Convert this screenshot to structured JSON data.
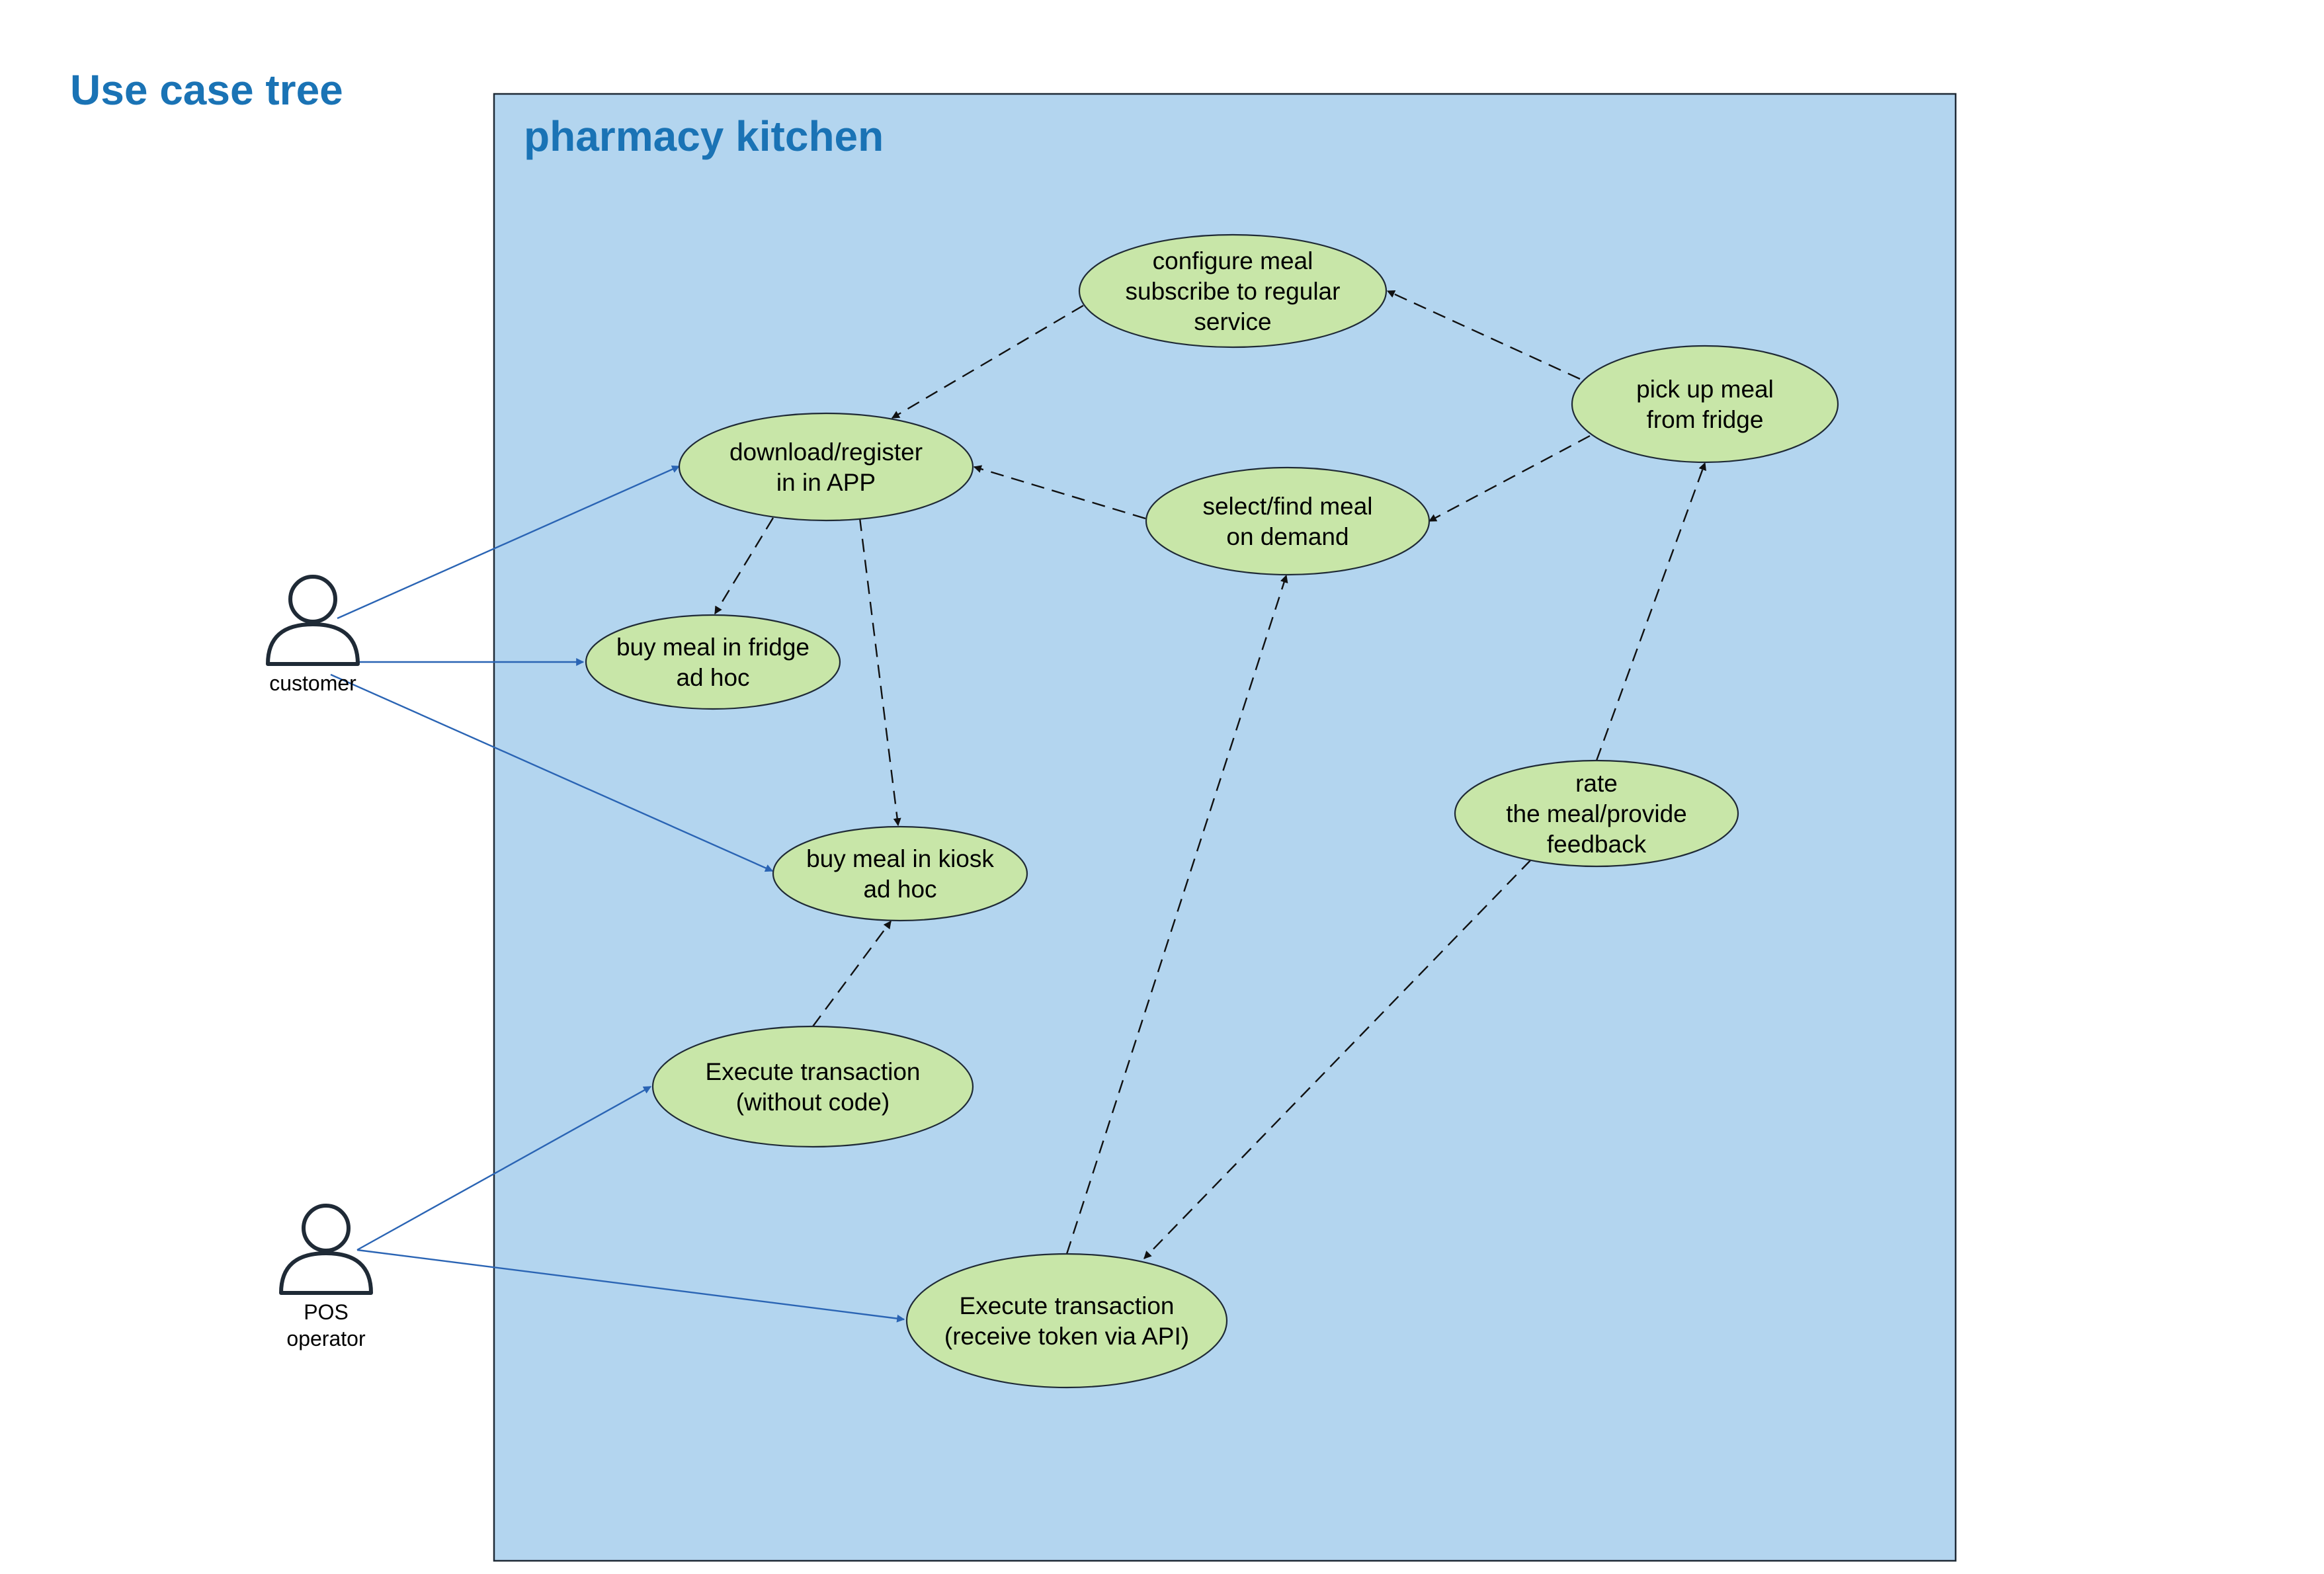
{
  "title": "Use case tree",
  "system": {
    "title": "pharmacy kitchen"
  },
  "actors": [
    {
      "id": "customer",
      "lines": [
        "customer"
      ]
    },
    {
      "id": "pos",
      "lines": [
        "POS",
        "operator"
      ]
    }
  ],
  "use_cases": [
    {
      "id": "configure",
      "lines": [
        "configure meal",
        "subscribe to regular",
        "service"
      ]
    },
    {
      "id": "pickup",
      "lines": [
        "pick up meal",
        "from fridge"
      ]
    },
    {
      "id": "download",
      "lines": [
        "download/register",
        "in in APP"
      ]
    },
    {
      "id": "select",
      "lines": [
        "select/find meal",
        "on demand"
      ]
    },
    {
      "id": "fridge",
      "lines": [
        "buy meal in fridge",
        "ad hoc"
      ]
    },
    {
      "id": "rate",
      "lines": [
        "rate",
        "the meal/provide",
        "feedback"
      ]
    },
    {
      "id": "kiosk",
      "lines": [
        "buy meal in kiosk",
        "ad hoc"
      ]
    },
    {
      "id": "exec1",
      "lines": [
        "Execute transaction",
        "(without code)"
      ]
    },
    {
      "id": "exec2",
      "lines": [
        "Execute transaction",
        "(receive token via API)"
      ]
    }
  ],
  "associations": [
    {
      "from": "customer",
      "to": "download"
    },
    {
      "from": "customer",
      "to": "fridge"
    },
    {
      "from": "customer",
      "to": "kiosk"
    },
    {
      "from": "pos",
      "to": "exec1"
    },
    {
      "from": "pos",
      "to": "exec2"
    }
  ],
  "dependencies": [
    {
      "from": "configure",
      "to": "download"
    },
    {
      "from": "pickup",
      "to": "configure"
    },
    {
      "from": "pickup",
      "to": "select"
    },
    {
      "from": "select",
      "to": "download"
    },
    {
      "from": "download",
      "to": "fridge"
    },
    {
      "from": "download",
      "to": "kiosk"
    },
    {
      "from": "exec1",
      "to": "kiosk"
    },
    {
      "from": "exec2",
      "to": "select"
    },
    {
      "from": "rate",
      "to": "pickup"
    },
    {
      "from": "rate",
      "to": "exec2"
    }
  ],
  "colors": {
    "title": "#1a73b5",
    "system_fill": "#b3d5ef",
    "system_stroke": "#1f2a36",
    "use_case_fill": "#c8e6a8",
    "use_case_stroke": "#1f2a36",
    "association_line": "#2a64b4",
    "dependency_line": "#111111",
    "actor_stroke": "#1f2a36"
  }
}
